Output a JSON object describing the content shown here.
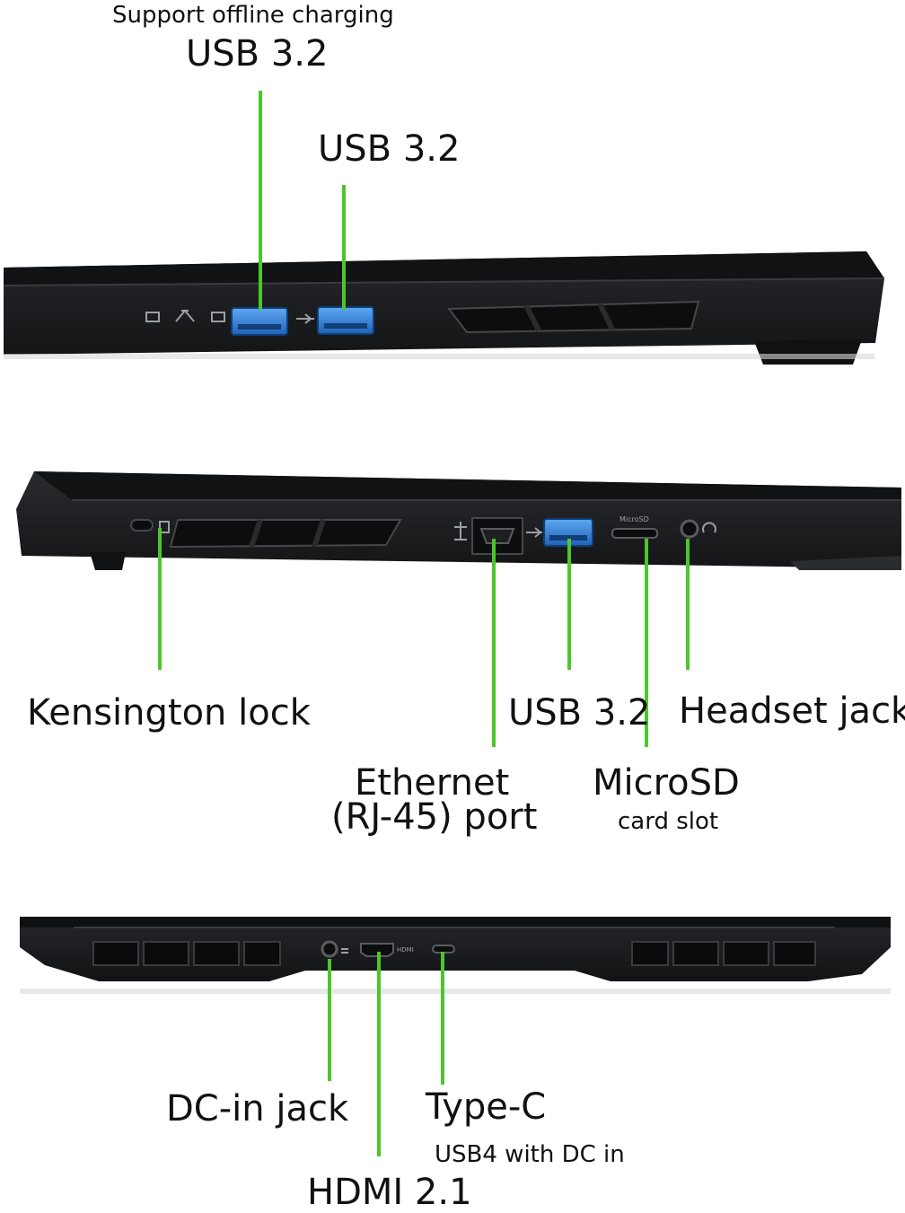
{
  "colors": {
    "leader_line": "#4cc72a",
    "chassis": "#1c1d20",
    "usb_port": "#2f7fd4",
    "background": "#ffffff"
  },
  "sections": {
    "left_side": {
      "labels": {
        "usb_charging_note": "Support offline charging",
        "usb_charging": "USB 3.2",
        "usb": "USB 3.2"
      },
      "icons": [
        "battery-icon",
        "light-icon",
        "usb-icon"
      ]
    },
    "right_side": {
      "labels": {
        "kensington": "Kensington lock",
        "ethernet_line1": "Ethernet",
        "ethernet_line2": "(RJ-45) port",
        "usb": "USB 3.2",
        "microsd": "MicroSD",
        "microsd_sub": "card slot",
        "headset": "Headset jack"
      },
      "port_marks": {
        "microsd": "MicroSD"
      }
    },
    "rear": {
      "labels": {
        "dc_in": "DC-in jack",
        "hdmi": "HDMI 2.1",
        "typec": "Type-C",
        "typec_sub": "USB4 with DC in"
      },
      "port_marks": {
        "hdmi": "HDMI"
      }
    }
  }
}
